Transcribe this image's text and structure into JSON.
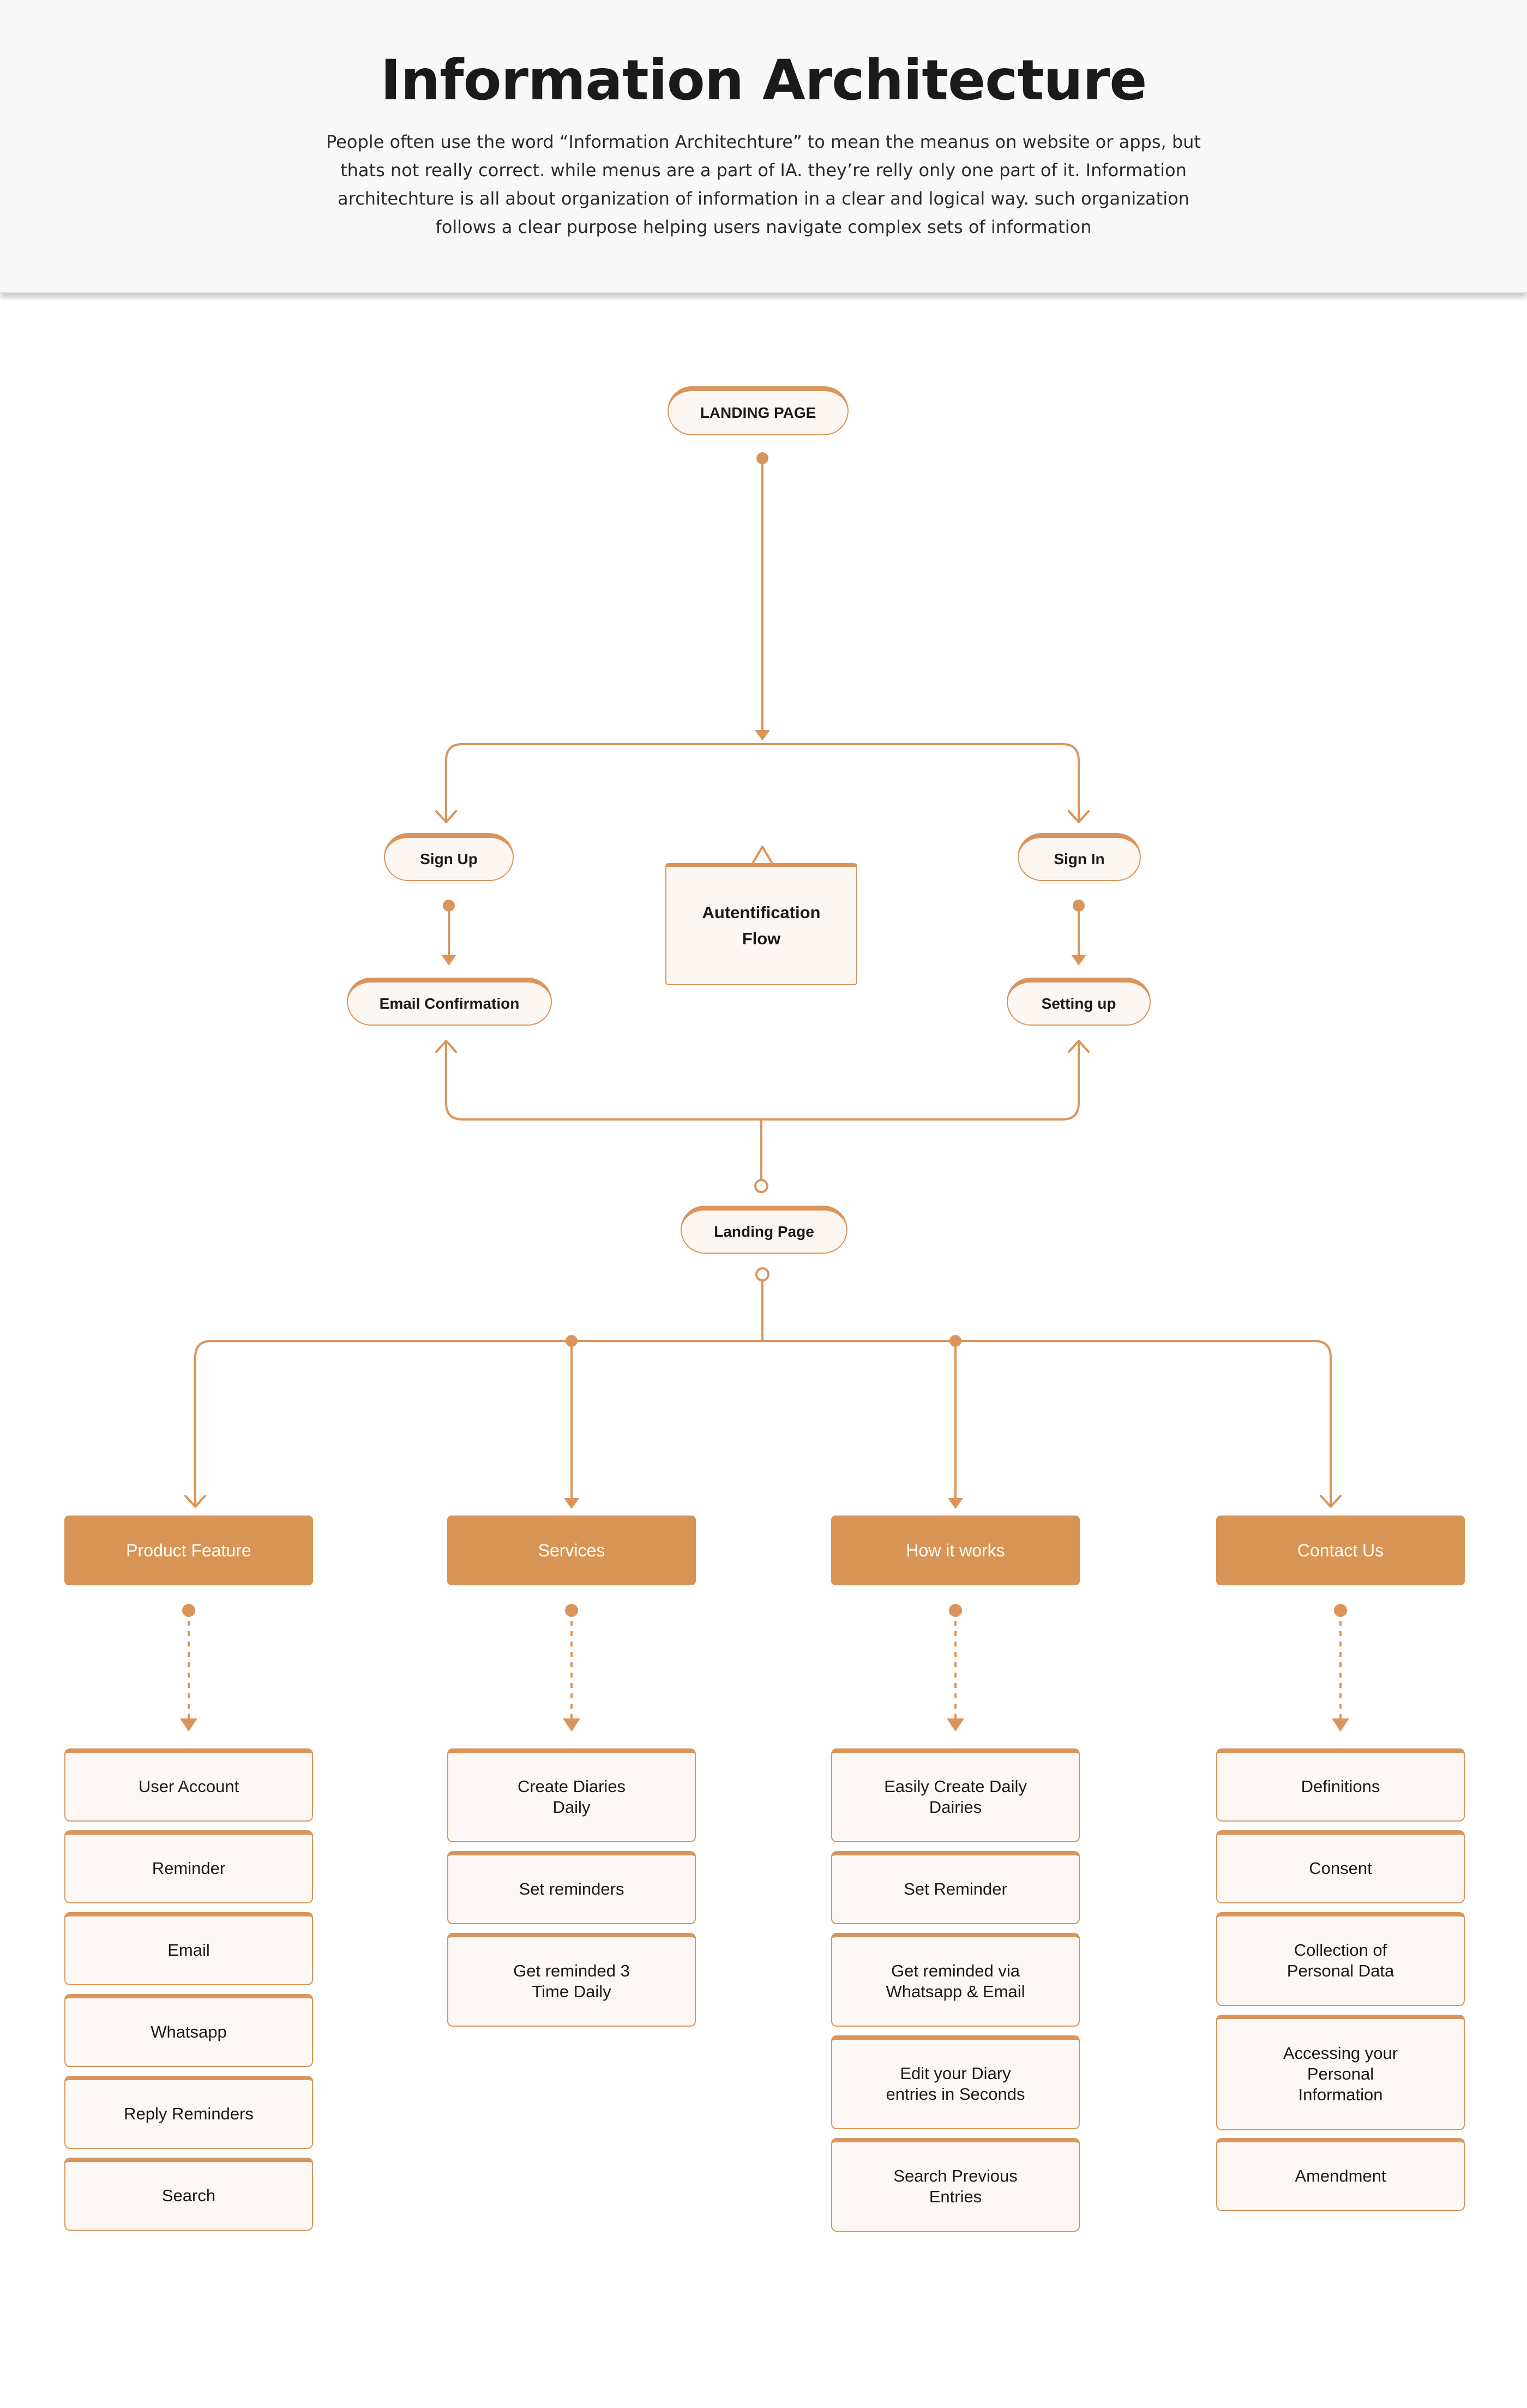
{
  "header": {
    "title": "Information Architecture",
    "description": "People often use the word “Information Architechture” to mean the meanus on website or apps, but thats not really correct. while menus are a part of IA. they’re relly only one part of it. Information architechture is all about organization of information in a clear and logical way. such organization follows a clear purpose helping users navigate complex sets of information"
  },
  "colors": {
    "accent": "#d89455",
    "node_fill": "#fdf7f3",
    "line": "#d9955b"
  },
  "flow": {
    "landing_top": "LANDING PAGE",
    "sign_up": "Sign  Up",
    "sign_in": "Sign In",
    "auth_flow": "Autentification\nFlow",
    "email_confirmation": "Email Confirmation",
    "setting_up": "Setting up",
    "landing_mid": "Landing Page"
  },
  "categories": [
    {
      "label": "Product Feature",
      "items": [
        "User Account",
        "Reminder",
        "Email",
        "Whatsapp",
        "Reply Reminders",
        "Search"
      ]
    },
    {
      "label": "Services",
      "items": [
        "Create Diaries\nDaily",
        "Set reminders",
        "Get reminded 3\nTime Daily"
      ]
    },
    {
      "label": "How it works",
      "items": [
        "Easily Create Daily\nDairies",
        "Set Reminder",
        "Get reminded via\nWhatsapp & Email",
        "Edit your Diary\nentries in Seconds",
        "Search Previous\nEntries"
      ]
    },
    {
      "label": "Contact Us",
      "items": [
        "Definitions",
        "Consent",
        "Collection of\nPersonal Data",
        "Accessing your\nPersonal\nInformation",
        "Amendment"
      ]
    }
  ]
}
